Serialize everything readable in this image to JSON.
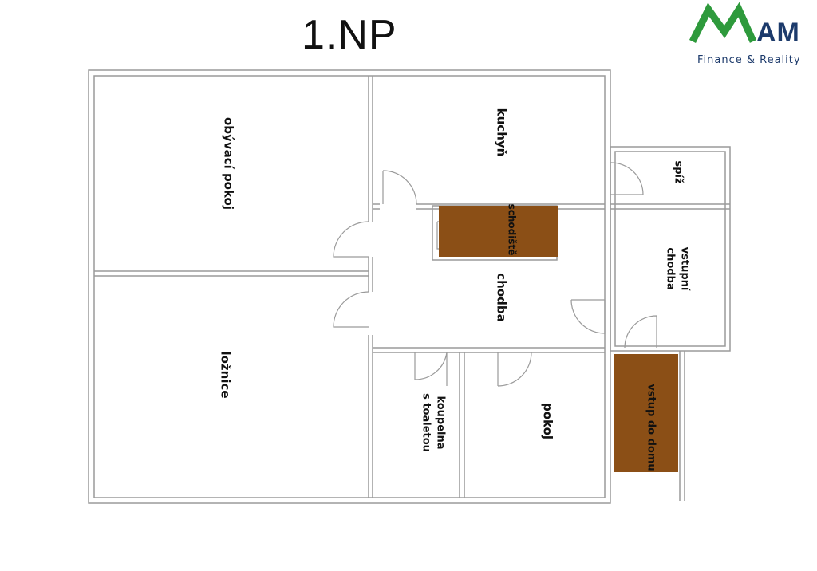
{
  "floor": {
    "title": "1.NP"
  },
  "logo": {
    "text": "AM",
    "tagline": "Finance & Reality",
    "green": "#2e9a3c",
    "navy": "#1c3a6b"
  },
  "colors": {
    "wall": "#9a9a9a",
    "wall_fill": "#ececec",
    "highlight": "#8b4f16"
  },
  "rooms": {
    "obyvaci": "obývací pokoj",
    "loznice": "ložnice",
    "kuchyn": "kuchyň",
    "spiz": "spíž",
    "schodiste": "schodiště",
    "chodba": "chodba",
    "vstupni_line1": "vstupní",
    "vstupni_line2": "chodba",
    "koupelna_line1": "koupelna",
    "koupelna_line2": "s toaletou",
    "pokoj": "pokoj",
    "vstup": "vstup do domu"
  }
}
